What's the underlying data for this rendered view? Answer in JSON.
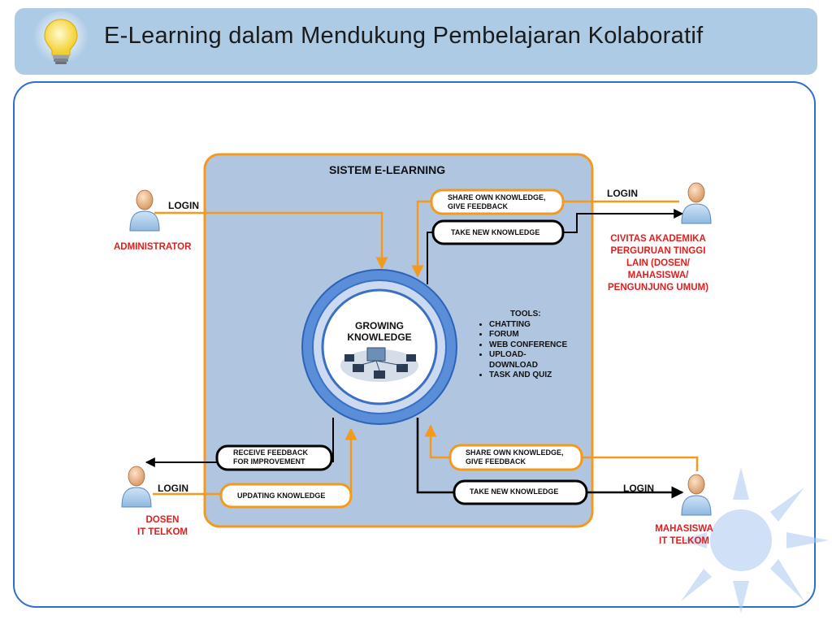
{
  "header": {
    "title": "E-Learning dalam Mendukung Pembelajaran Kolaboratif"
  },
  "diagram": {
    "system_title": "SISTEM E-LEARNING",
    "center": {
      "line1": "GROWING",
      "line2": "KNOWLEDGE"
    },
    "tools": {
      "heading": "TOOLS:",
      "items": [
        "CHATTING",
        "FORUM",
        "WEB CONFERENCE",
        "UPLOAD-",
        "TASK AND QUIZ"
      ],
      "item_continuation": "DOWNLOAD"
    },
    "actors": {
      "administrator": {
        "name": "ADMINISTRATOR",
        "login": "LOGIN"
      },
      "civitas": {
        "lines": [
          "CIVITAS AKADEMIKA",
          "PERGURUAN TINGGI",
          "LAIN (DOSEN/",
          "MAHASISWA/",
          "PENGUNJUNG UMUM)"
        ],
        "login": "LOGIN"
      },
      "dosen": {
        "lines": [
          "DOSEN",
          "IT TELKOM"
        ],
        "login": "LOGIN"
      },
      "mahasiswa": {
        "lines": [
          "MAHASISWA",
          "IT TELKOM"
        ],
        "login": "LOGIN"
      }
    },
    "boxes": {
      "share_top": {
        "line1": "SHARE OWN KNOWLEDGE,",
        "line2": "GIVE FEEDBACK"
      },
      "take_top": "TAKE NEW KNOWLEDGE",
      "receive": {
        "line1": "RECEIVE FEEDBACK",
        "line2": "FOR IMPROVEMENT"
      },
      "updating": "UPDATING KNOWLEDGE",
      "share_bottom": {
        "line1": "SHARE OWN KNOWLEDGE,",
        "line2": "GIVE FEEDBACK"
      },
      "take_bottom": "TAKE NEW KNOWLEDGE"
    },
    "colors": {
      "orange": "#f39a1e",
      "system_bg": "#b0c6e0",
      "role_red": "#e01e1e",
      "ring_blue": "#4a84d6"
    }
  }
}
